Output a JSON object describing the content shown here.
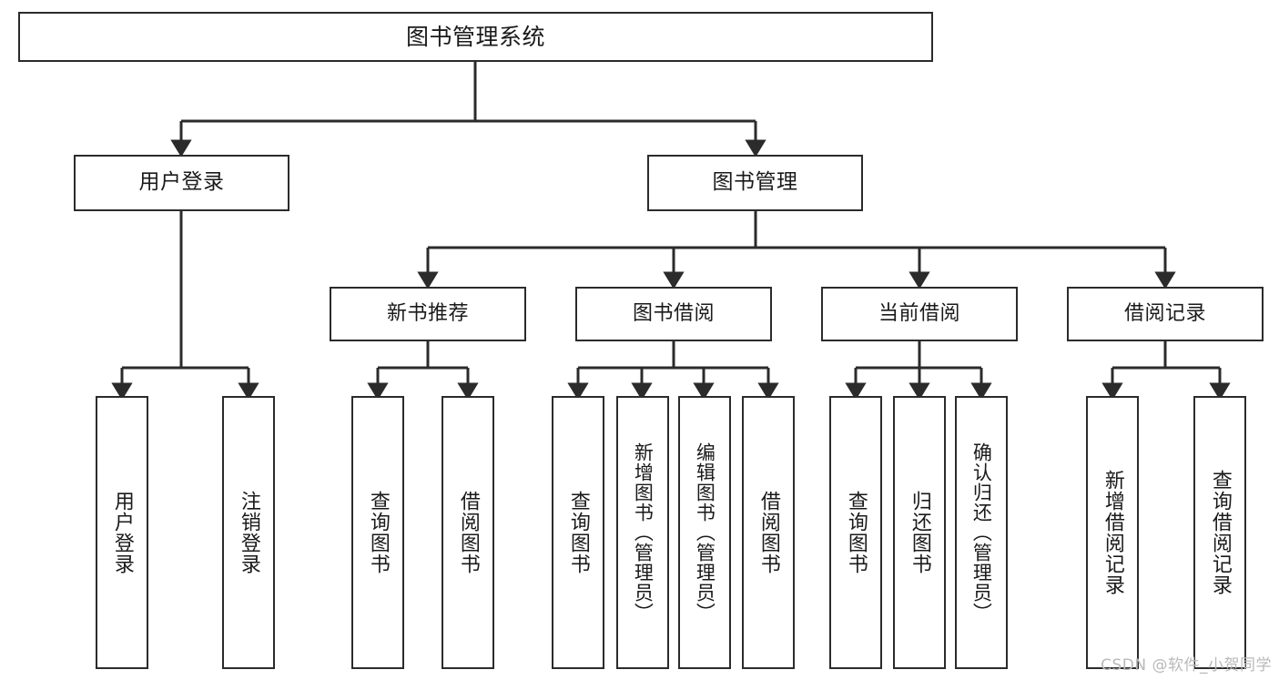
{
  "diagram": {
    "title": "图书管理系统",
    "type": "tree-hierarchy-chart",
    "watermark": "CSDN @软件_小贺同学",
    "colors": {
      "box_border": "#2b2b2b",
      "box_fill": "#ffffff",
      "connector": "#2b2b2b",
      "text": "#1a1a1a",
      "watermark": "#b9b9b9",
      "background": "#ffffff"
    },
    "root": {
      "label": "图书管理系统"
    },
    "level2": [
      {
        "label": "用户登录"
      },
      {
        "label": "图书管理"
      }
    ],
    "level3": [
      {
        "label": "新书推荐"
      },
      {
        "label": "图书借阅"
      },
      {
        "label": "当前借阅"
      },
      {
        "label": "借阅记录"
      }
    ],
    "leaves": {
      "user_login": [
        {
          "label": "用户登录"
        },
        {
          "label": "注销登录"
        }
      ],
      "new_book_recommend": [
        {
          "label": "查询图书"
        },
        {
          "label": "借阅图书"
        }
      ],
      "book_borrow": [
        {
          "label": "查询图书"
        },
        {
          "label": "新增图书（管理员）"
        },
        {
          "label": "编辑图书（管理员）"
        },
        {
          "label": "借阅图书"
        }
      ],
      "current_borrow": [
        {
          "label": "查询图书"
        },
        {
          "label": "归还图书"
        },
        {
          "label": "确认归还（管理员）"
        }
      ],
      "borrow_record": [
        {
          "label": "新增借阅记录"
        },
        {
          "label": "查询借阅记录"
        }
      ]
    }
  }
}
